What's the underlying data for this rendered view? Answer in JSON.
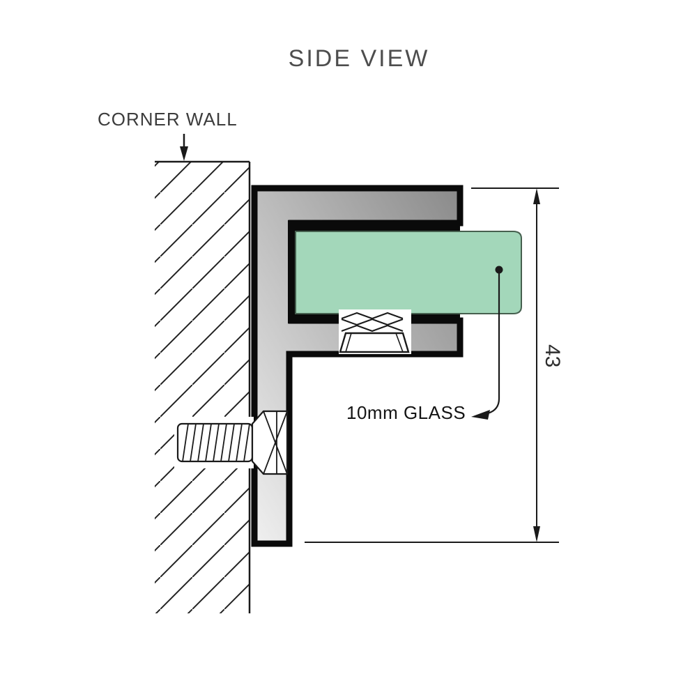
{
  "title": "SIDE VIEW",
  "labels": {
    "corner_wall": "CORNER WALL",
    "glass_label": "10mm GLASS",
    "dimension_value": "43"
  },
  "colors": {
    "glass_fill": "#a3d7ba",
    "glass_edge": "#46604f",
    "bracket_gradient_light": "#f0f0f0",
    "bracket_gradient_dark": "#8a8a8a",
    "outline": "#0a0a0a",
    "line": "#1a1a1a"
  }
}
